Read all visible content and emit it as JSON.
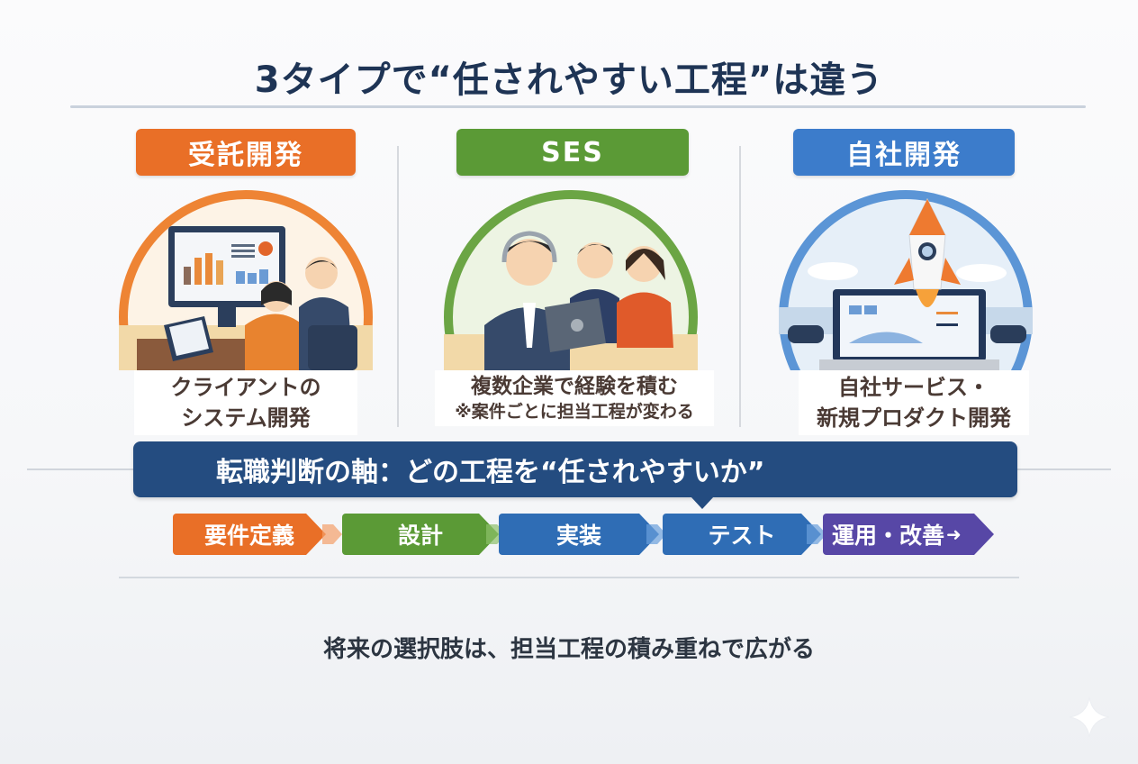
{
  "header": {
    "title": "3タイプで“任されやすい工程”は違う"
  },
  "columns": [
    {
      "label": "受託開発",
      "color": "#e96f27",
      "illustration": "client-system-development-scene",
      "caption_lines": [
        "クライアントの",
        "システム開発"
      ]
    },
    {
      "label": "SES",
      "color": "#5b9a36",
      "illustration": "team-working-at-client-scene",
      "caption_lines": [
        "複数企業で経験を積む",
        "※案件ごとに担当工程が変わる"
      ]
    },
    {
      "label": "自社開発",
      "color": "#3c7ccb",
      "illustration": "rocket-launch-laptop-scene",
      "caption_lines": [
        "自社サービス・",
        "新規プロダクト開発"
      ]
    }
  ],
  "axis": {
    "text": "転職判断の軸：どの工程を“任されやすいか”",
    "color": "#244c80"
  },
  "process_flow": [
    {
      "label": "要件定義",
      "color": "#e96f27"
    },
    {
      "label": "設計",
      "color": "#5b9a36"
    },
    {
      "label": "実装",
      "color": "#2f6db5"
    },
    {
      "label": "テスト",
      "color": "#2f6db5"
    },
    {
      "label": "運用・改善",
      "color": "#5747a6"
    }
  ],
  "footer": {
    "text": "将来の選択肢は、担当工程の積み重ねで広がる"
  },
  "decor": {
    "sparkle": "sparkle-icon"
  }
}
